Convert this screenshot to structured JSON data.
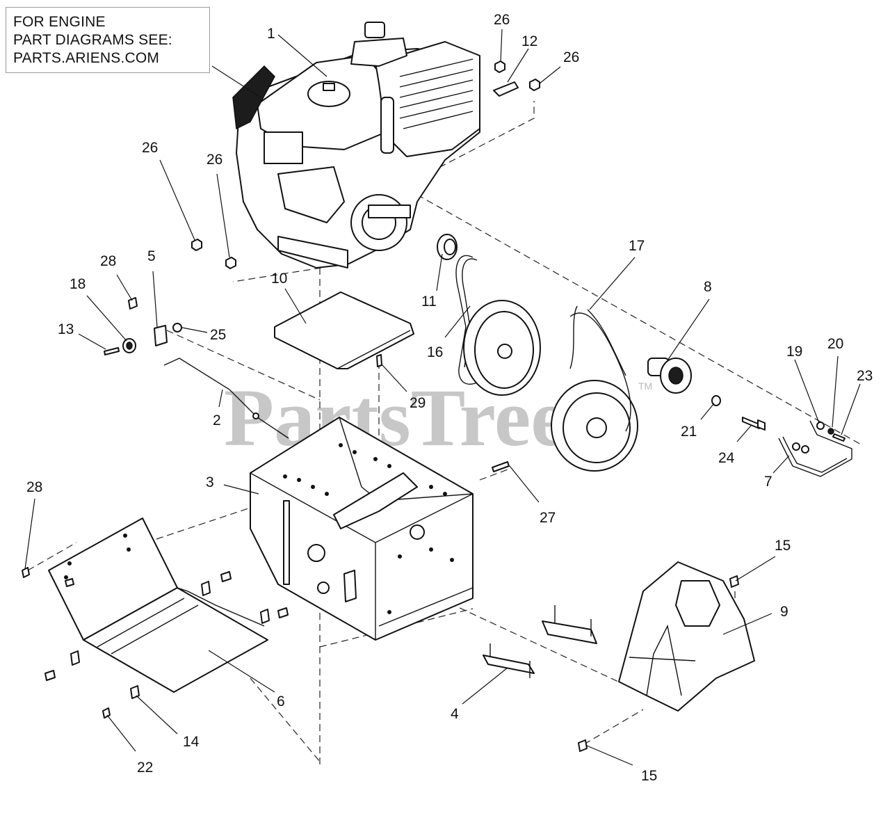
{
  "note": {
    "lines": [
      "FOR ENGINE",
      "PART DIAGRAMS SEE:",
      "PARTS.ARIENS.COM"
    ]
  },
  "watermark": {
    "text": "PartsTree",
    "tm": "TM"
  },
  "callouts": {
    "c1": "1",
    "c2": "2",
    "c3": "3",
    "c4": "4",
    "c5": "5",
    "c6": "6",
    "c7": "7",
    "c8": "8",
    "c9": "9",
    "c10": "10",
    "c11": "11",
    "c12": "12",
    "c13": "13",
    "c14": "14",
    "c15a": "15",
    "c15b": "15",
    "c16": "16",
    "c17": "17",
    "c18": "18",
    "c19": "19",
    "c20": "20",
    "c21": "21",
    "c22": "22",
    "c23": "23",
    "c24": "24",
    "c25": "25",
    "c26a": "26",
    "c26b": "26",
    "c26c": "26",
    "c26d": "26",
    "c27": "27",
    "c28a": "28",
    "c28b": "28",
    "c29": "29"
  }
}
